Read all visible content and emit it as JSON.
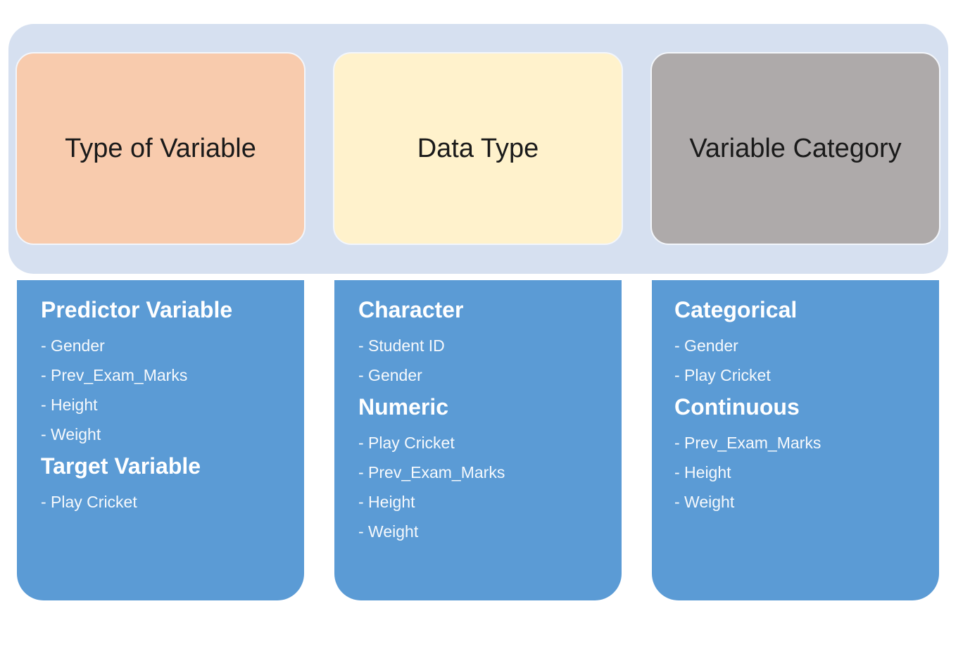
{
  "colors": {
    "band": "#d6e0f0",
    "type_of_variable": "#f8cbad",
    "data_type": "#fff2cc",
    "variable_category": "#aeaaaa",
    "detail": "#5b9bd5"
  },
  "columns": [
    {
      "header": "Type of Variable",
      "groups": [
        {
          "title": "Predictor  Variable",
          "items": [
            "- Gender",
            "- Prev_Exam_Marks",
            "- Height",
            "- Weight"
          ]
        },
        {
          "title": "Target  Variable",
          "items": [
            "- Play Cricket"
          ]
        }
      ]
    },
    {
      "header": "Data Type",
      "groups": [
        {
          "title": "Character",
          "items": [
            "- Student ID",
            "- Gender"
          ]
        },
        {
          "title": "Numeric",
          "items": [
            "- Play Cricket",
            "- Prev_Exam_Marks",
            "- Height",
            "- Weight"
          ]
        }
      ]
    },
    {
      "header": "Variable Category",
      "groups": [
        {
          "title": "Categorical",
          "items": [
            "- Gender",
            "- Play Cricket"
          ]
        },
        {
          "title": "Continuous",
          "items": [
            "- Prev_Exam_Marks",
            "- Height",
            "- Weight"
          ]
        }
      ]
    }
  ]
}
